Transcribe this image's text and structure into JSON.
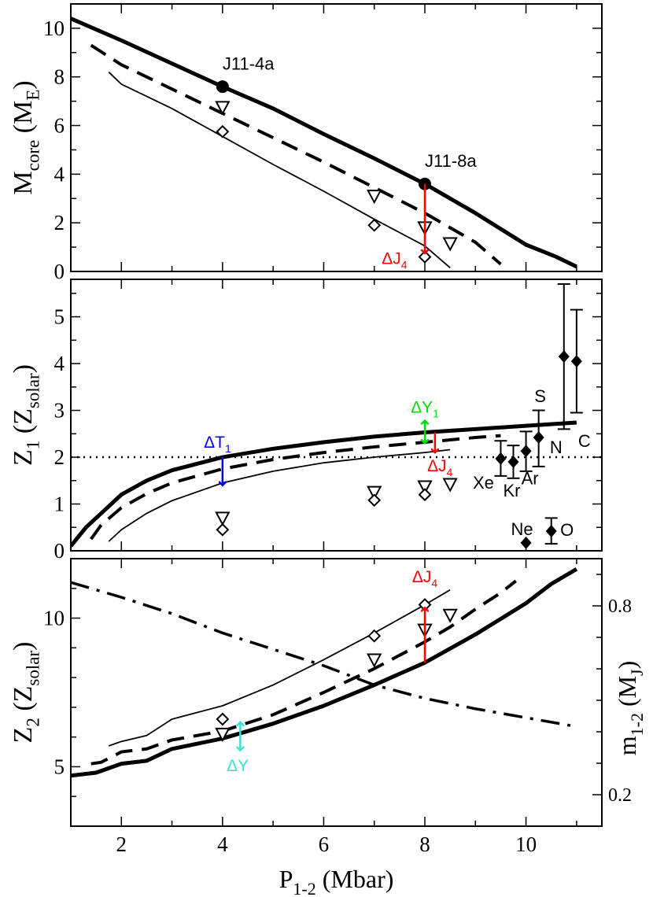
{
  "chart_data": [
    {
      "type": "line",
      "panel": "top",
      "ylabel": "M",
      "ylabel_sub": "core",
      "ylabel_unit": "(M",
      "ylabel_unit_sub": "E",
      "ylabel_close": ")",
      "xlim": [
        1,
        11.5
      ],
      "ylim": [
        0,
        11
      ],
      "yticks": [
        "0",
        "2",
        "4",
        "6",
        "8",
        "10"
      ],
      "series": [
        {
          "style": "thick",
          "x": [
            1,
            2,
            3,
            4,
            5,
            6,
            7,
            8,
            9,
            10,
            10.6,
            11
          ],
          "y": [
            10.4,
            9.5,
            8.55,
            7.6,
            6.7,
            5.65,
            4.65,
            3.6,
            2.4,
            1.1,
            0.6,
            0.2
          ]
        },
        {
          "style": "dashed",
          "x": [
            1.4,
            2,
            3,
            4,
            5,
            6,
            7,
            8,
            9,
            9.5
          ],
          "y": [
            9.3,
            8.5,
            7.5,
            6.5,
            5.5,
            4.5,
            3.45,
            2.4,
            1.2,
            0.3
          ]
        },
        {
          "style": "thin",
          "x": [
            1.75,
            2,
            3,
            4,
            5,
            6,
            7,
            8,
            8.5
          ],
          "y": [
            8.2,
            7.7,
            6.7,
            5.55,
            4.4,
            3.3,
            2.15,
            1.05,
            0.15
          ]
        }
      ],
      "markers": [
        {
          "shape": "circle",
          "x": 4,
          "y": 7.6
        },
        {
          "shape": "circle",
          "x": 8,
          "y": 3.6
        },
        {
          "shape": "triangle",
          "x": 4,
          "y": 6.75
        },
        {
          "shape": "triangle",
          "x": 7,
          "y": 3.1
        },
        {
          "shape": "triangle",
          "x": 8,
          "y": 1.8
        },
        {
          "shape": "triangle",
          "x": 8.5,
          "y": 1.15
        },
        {
          "shape": "diamond",
          "x": 4,
          "y": 5.75
        },
        {
          "shape": "diamond",
          "x": 7,
          "y": 1.9
        },
        {
          "shape": "diamond",
          "x": 8,
          "y": 0.6
        }
      ],
      "annotations": [
        {
          "text": "J11-4a",
          "x": 4,
          "y": 8.3,
          "color": "#000000"
        },
        {
          "text": "J11-8a",
          "x": 8,
          "y": 4.3,
          "color": "#000000"
        },
        {
          "text": "ΔJ",
          "sub": "4",
          "x": 7.4,
          "y": 0.3,
          "color": "#ff0000"
        }
      ],
      "arrows": [
        {
          "x": 8,
          "y1": 3.6,
          "y2": 0.75,
          "color": "#ff0000",
          "heads": "end"
        }
      ]
    },
    {
      "type": "line",
      "panel": "middle",
      "ylabel": "Z",
      "ylabel_sub": "1",
      "ylabel_unit": "(Z",
      "ylabel_unit_sub": "solar",
      "ylabel_close": ")",
      "xlim": [
        1,
        11.5
      ],
      "ylim": [
        0,
        5.8
      ],
      "yticks": [
        "0",
        "1",
        "2",
        "3",
        "4",
        "5"
      ],
      "series": [
        {
          "style": "thick",
          "x": [
            1,
            1.3,
            1.6,
            2,
            2.5,
            3,
            4,
            5,
            6,
            7,
            8,
            9,
            10,
            11
          ],
          "y": [
            0.1,
            0.5,
            0.8,
            1.2,
            1.5,
            1.72,
            2.0,
            2.18,
            2.32,
            2.44,
            2.53,
            2.6,
            2.67,
            2.74
          ]
        },
        {
          "style": "dashed",
          "x": [
            1.4,
            1.6,
            2,
            2.5,
            3,
            4,
            5,
            6,
            7,
            8,
            9,
            9.5
          ],
          "y": [
            0.25,
            0.55,
            0.92,
            1.22,
            1.45,
            1.75,
            1.95,
            2.1,
            2.22,
            2.32,
            2.42,
            2.46
          ]
        },
        {
          "style": "thin",
          "x": [
            1.75,
            2,
            2.5,
            3,
            4,
            5,
            6,
            7,
            8,
            8.5
          ],
          "y": [
            0.2,
            0.45,
            0.8,
            1.07,
            1.45,
            1.7,
            1.88,
            2.0,
            2.1,
            2.16
          ]
        },
        {
          "style": "dotted",
          "x": [
            1,
            11.5
          ],
          "y": [
            2,
            2
          ]
        }
      ],
      "markers": [
        {
          "shape": "triangle",
          "x": 4,
          "y": 0.7
        },
        {
          "shape": "triangle",
          "x": 7,
          "y": 1.25
        },
        {
          "shape": "triangle",
          "x": 8,
          "y": 1.37
        },
        {
          "shape": "triangle",
          "x": 8.5,
          "y": 1.42
        },
        {
          "shape": "diamond",
          "x": 4,
          "y": 0.45
        },
        {
          "shape": "diamond",
          "x": 7,
          "y": 1.08
        },
        {
          "shape": "diamond",
          "x": 8,
          "y": 1.2
        }
      ],
      "errorbars": [
        {
          "label": "Xe",
          "x": 9.5,
          "y": 1.97,
          "lo": 1.6,
          "hi": 2.35
        },
        {
          "label": "Kr",
          "x": 9.75,
          "y": 1.9,
          "lo": 1.55,
          "hi": 2.25
        },
        {
          "label": "Ar",
          "x": 10,
          "y": 2.13,
          "lo": 1.7,
          "hi": 2.55
        },
        {
          "label": "S",
          "x": 10.25,
          "y": 2.42,
          "lo": 1.8,
          "hi": 3.0
        },
        {
          "label": "N",
          "x": 10.75,
          "y": 4.15,
          "lo": 2.6,
          "hi": 5.7
        },
        {
          "label": "C",
          "x": 11,
          "y": 4.05,
          "lo": 2.95,
          "hi": 5.15
        },
        {
          "label": "Ne",
          "x": 10,
          "y": 0.17,
          "lo": 0.17,
          "hi": 0.17
        },
        {
          "label": "O",
          "x": 10.5,
          "y": 0.42,
          "lo": 0.15,
          "hi": 0.7
        }
      ],
      "annotations": [
        {
          "text": "ΔT",
          "sub": "1",
          "x": 3.9,
          "y": 2.2,
          "color": "#0000ff"
        },
        {
          "text": "ΔY",
          "sub": "1",
          "x": 8,
          "y": 2.95,
          "color": "#00dd00"
        },
        {
          "text": "ΔJ",
          "sub": "4",
          "x": 8.3,
          "y": 1.7,
          "color": "#ff0000"
        }
      ],
      "arrows": [
        {
          "x": 4,
          "y1": 2.0,
          "y2": 1.4,
          "color": "#0000ff",
          "heads": "end"
        },
        {
          "x": 8,
          "y1": 2.3,
          "y2": 2.78,
          "color": "#00dd00",
          "heads": "both"
        },
        {
          "x": 8.2,
          "y1": 2.53,
          "y2": 2.1,
          "color": "#ff0000",
          "heads": "end"
        }
      ]
    },
    {
      "type": "line",
      "panel": "bottom",
      "ylabel": "Z",
      "ylabel_sub": "2",
      "ylabel_unit": "(Z",
      "ylabel_unit_sub": "solar",
      "ylabel_close": ")",
      "ylabel_right": "m",
      "ylabel_right_sub": "1-2",
      "ylabel_right_unit": "(M",
      "ylabel_right_unit_sub": "J",
      "ylabel_right_close": ")",
      "xlabel": "P",
      "xlabel_sub": "1-2",
      "xlabel_unit": "(Mbar)",
      "xlim": [
        1,
        11.5
      ],
      "ylim": [
        3,
        12
      ],
      "yticks": [
        "5",
        "10"
      ],
      "y2lim": [
        0.1,
        0.95
      ],
      "y2ticks": [
        "0.2",
        "0.8"
      ],
      "xticks": [
        "2",
        "4",
        "6",
        "8",
        "10"
      ],
      "series": [
        {
          "style": "thick",
          "x": [
            1,
            1.5,
            2,
            2.5,
            3,
            4,
            5,
            6,
            7,
            8,
            9,
            10,
            10.5,
            11
          ],
          "y": [
            4.7,
            4.8,
            5.1,
            5.2,
            5.6,
            5.95,
            6.45,
            7.05,
            7.75,
            8.5,
            9.45,
            10.5,
            11.15,
            11.65
          ]
        },
        {
          "style": "dashed",
          "x": [
            1.4,
            1.6,
            2,
            2.5,
            3,
            4,
            5,
            6,
            7,
            8,
            8.5,
            9,
            9.5,
            9.8
          ],
          "y": [
            5.1,
            5.15,
            5.5,
            5.6,
            5.9,
            6.2,
            6.75,
            7.5,
            8.3,
            9.2,
            9.7,
            10.3,
            10.85,
            11.25
          ]
        },
        {
          "style": "thin",
          "x": [
            1.75,
            2,
            2.5,
            3,
            4,
            5,
            6,
            7,
            8,
            8.5
          ],
          "y": [
            5.7,
            5.85,
            6.05,
            6.6,
            7.05,
            7.75,
            8.6,
            9.5,
            10.45,
            10.95
          ]
        },
        {
          "style": "dashdot",
          "x": [
            1,
            2,
            3,
            4,
            5,
            6,
            7,
            8,
            9,
            10,
            11
          ],
          "y": [
            11.2,
            10.7,
            10.15,
            9.5,
            8.95,
            8.4,
            7.75,
            7.3,
            6.95,
            6.65,
            6.35
          ]
        }
      ],
      "markers": [
        {
          "shape": "triangle",
          "x": 4,
          "y": 6.1
        },
        {
          "shape": "triangle",
          "x": 7,
          "y": 8.6
        },
        {
          "shape": "triangle",
          "x": 8,
          "y": 9.6
        },
        {
          "shape": "triangle",
          "x": 8.5,
          "y": 10.1
        },
        {
          "shape": "diamond",
          "x": 4,
          "y": 6.6
        },
        {
          "shape": "diamond",
          "x": 7,
          "y": 9.4
        },
        {
          "shape": "diamond",
          "x": 8,
          "y": 10.45
        }
      ],
      "annotations": [
        {
          "text": "ΔJ",
          "sub": "4",
          "x": 8,
          "y": 11.2,
          "color": "#ff0000"
        },
        {
          "text": "ΔY",
          "sub": "",
          "x": 4.3,
          "y": 4.85,
          "color": "#40e0d0"
        }
      ],
      "arrows": [
        {
          "x": 8,
          "y1": 8.5,
          "y2": 10.35,
          "color": "#ff0000",
          "heads": "end"
        },
        {
          "x": 4.35,
          "y1": 5.55,
          "y2": 6.5,
          "color": "#40e0d0",
          "heads": "both"
        }
      ]
    }
  ]
}
